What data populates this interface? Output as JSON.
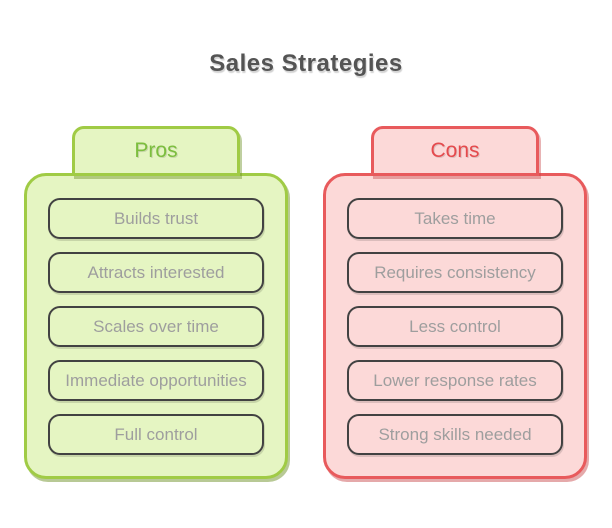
{
  "title": "Sales Strategies",
  "colors": {
    "background": "#ffffff",
    "title_text": "#545454",
    "item_border": "#424242",
    "item_text": "#9e9e9e",
    "pros_fill": "#e5f5c2",
    "pros_border": "#a0cb45",
    "pros_label_text": "#7cbe3e",
    "cons_fill": "#fcd9d8",
    "cons_border": "#e85a5c",
    "cons_label_text": "#e54a4d"
  },
  "columns": [
    {
      "label": "Pros",
      "items": [
        "Builds trust",
        "Attracts interested",
        "Scales over time",
        "Immediate opportunities",
        "Full control"
      ]
    },
    {
      "label": "Cons",
      "items": [
        "Takes time",
        "Requires consistency",
        "Less control",
        "Lower response rates",
        "Strong skills needed"
      ]
    }
  ]
}
